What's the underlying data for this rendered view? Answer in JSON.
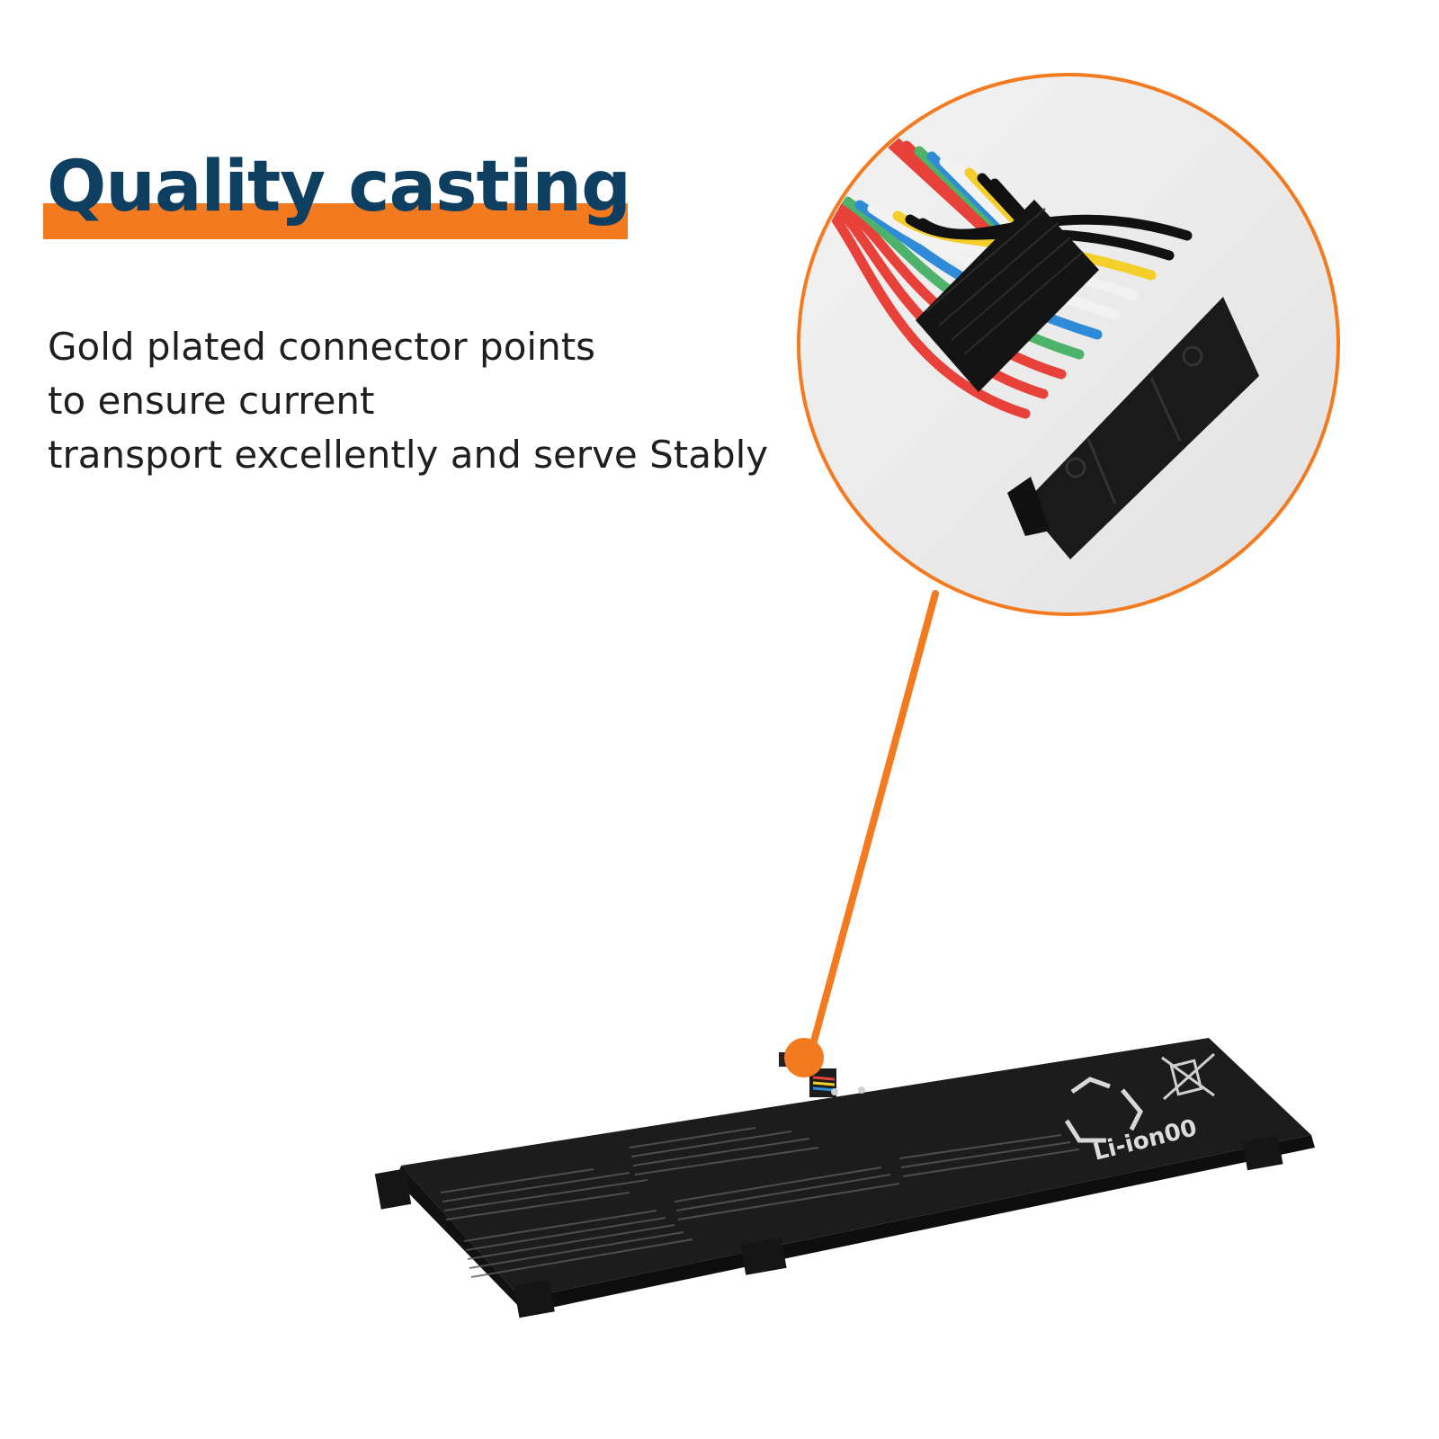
{
  "headline": "Quality casting",
  "description_lines": [
    "Gold plated connector points",
    "to ensure current",
    "transport excellently and serve Stably"
  ],
  "battery_label": {
    "recycle_text": "Li-ion00"
  },
  "colors": {
    "headline_text": "#0E3F60",
    "accent_orange": "#F47A1F",
    "battery_body": "#1C1C1C",
    "body_text": "#1F1F1F"
  },
  "wire_colors": [
    "#E8413A",
    "#E8413A",
    "#E8413A",
    "#4DB36B",
    "#2F8BD8",
    "#F2F2F2",
    "#F2F2F2",
    "#F4CF2A",
    "#111111",
    "#111111"
  ],
  "icons": {
    "connector": "connector-zoom-icon",
    "recycle": "recycle-icon",
    "weee": "crossed-bin-icon"
  }
}
